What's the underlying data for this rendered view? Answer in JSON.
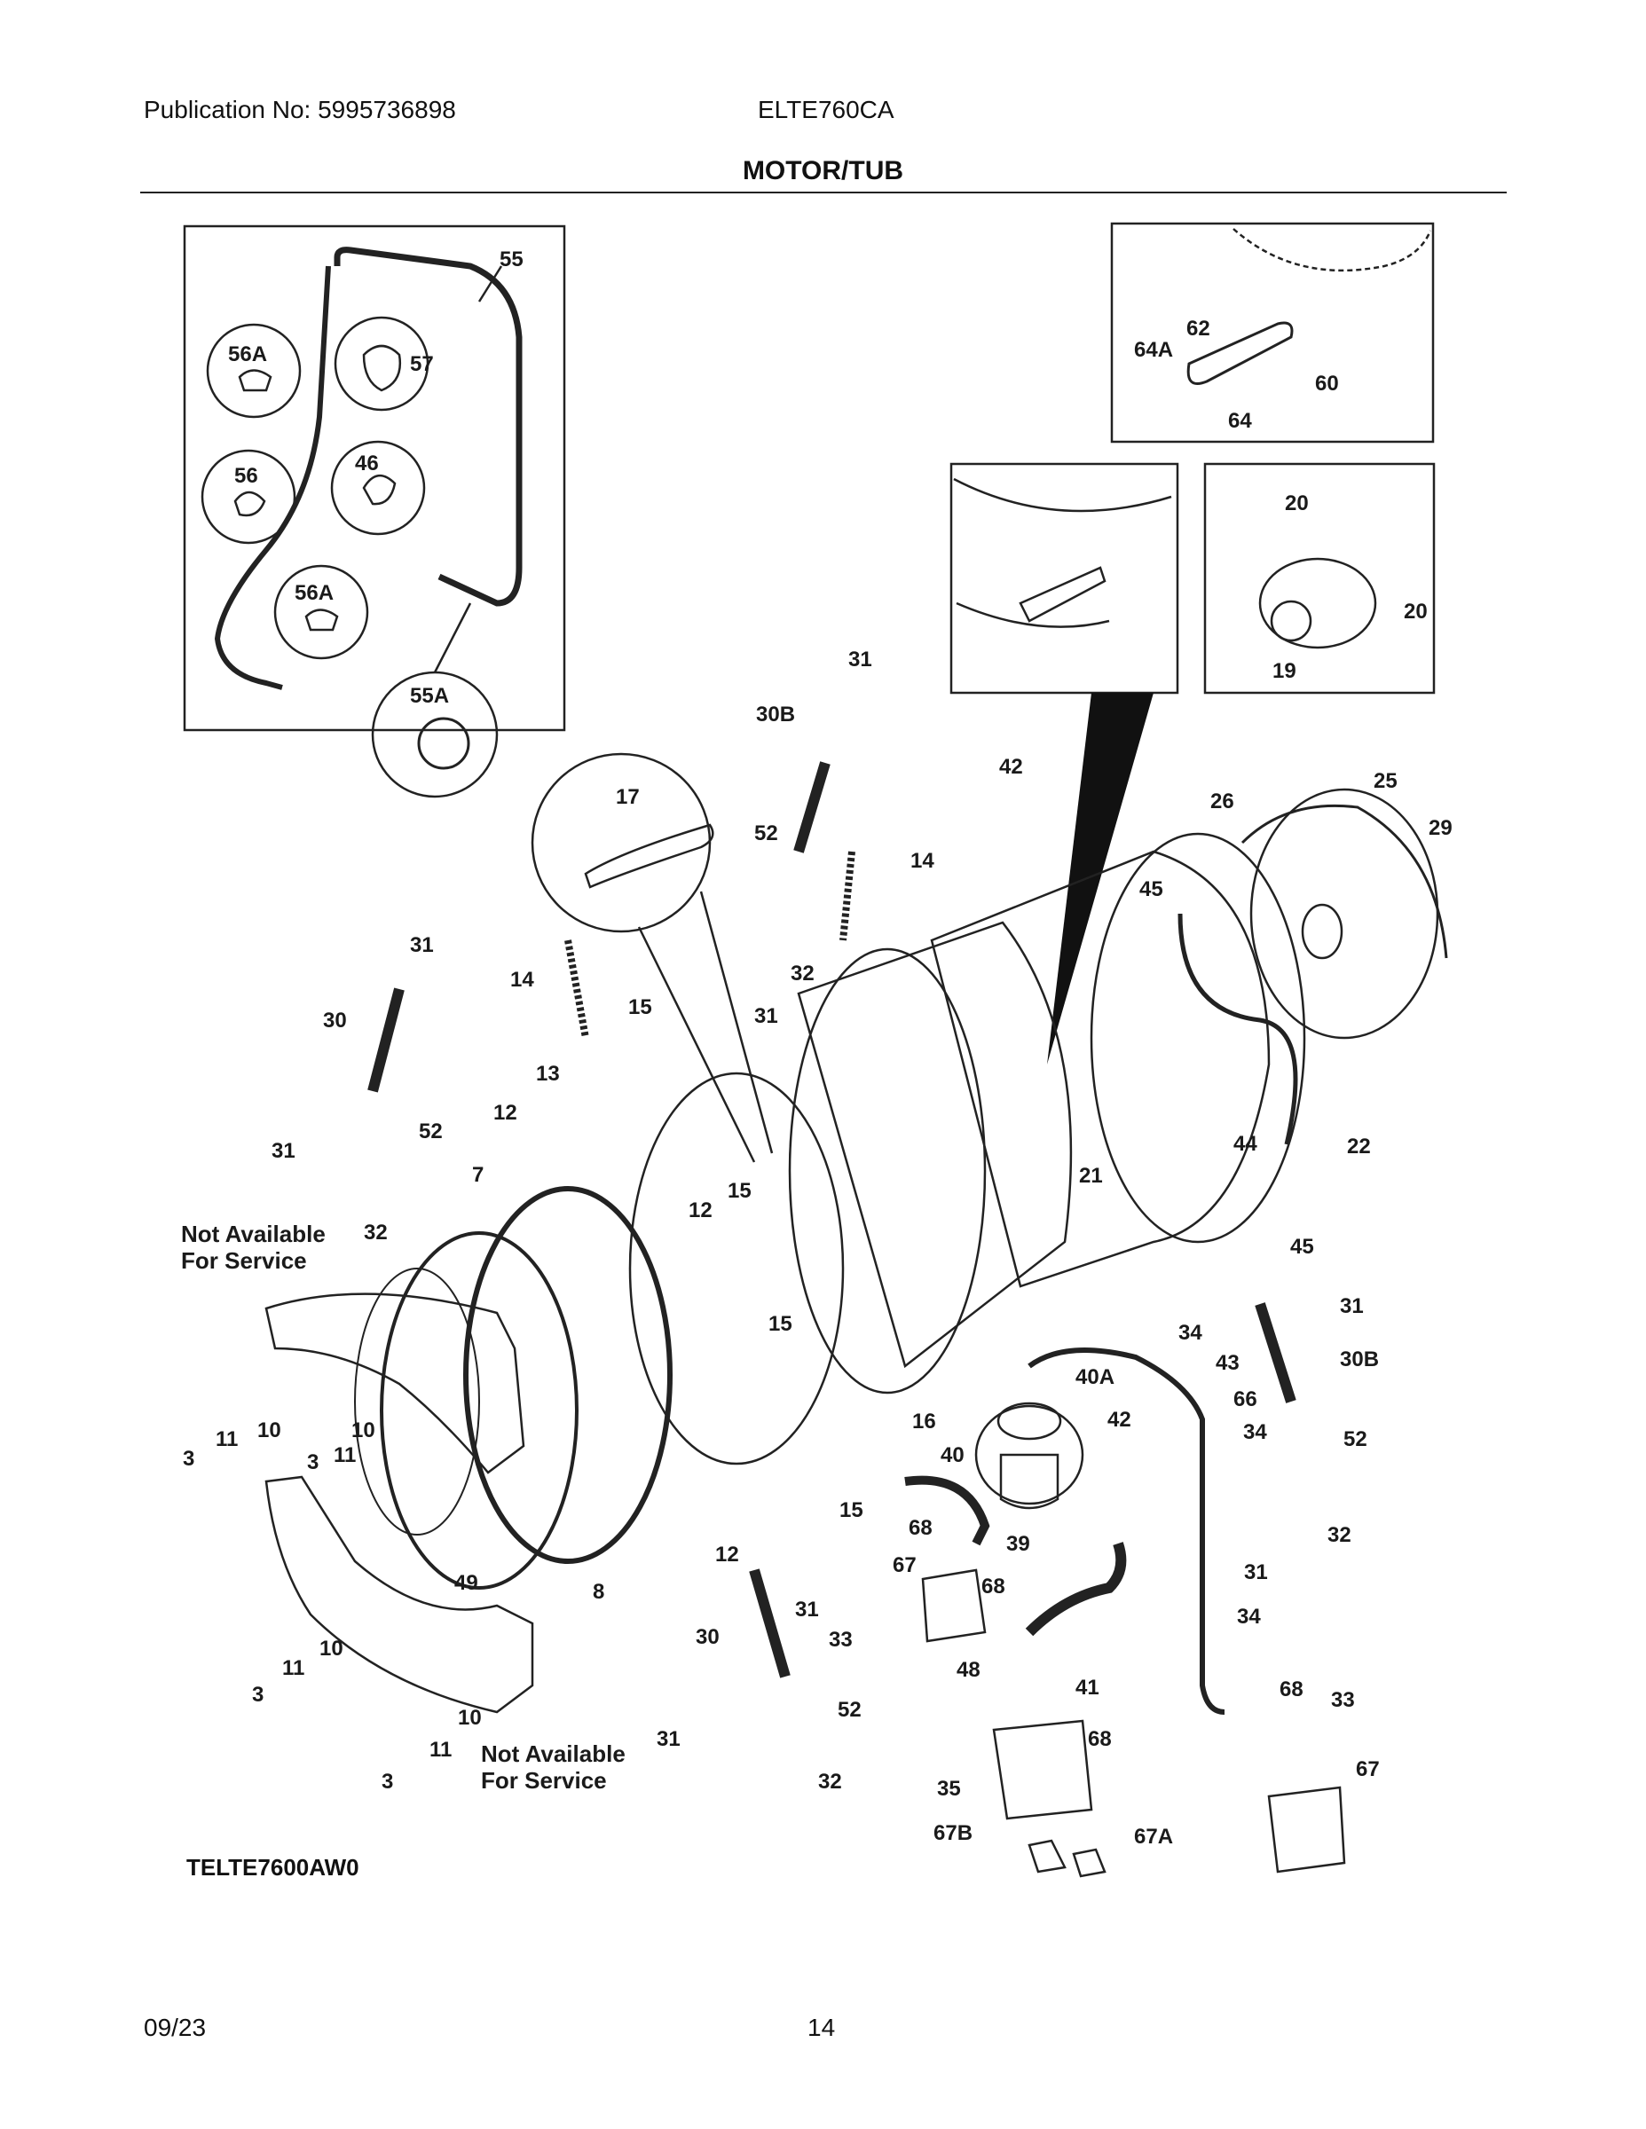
{
  "header": {
    "publication": "Publication No: 5995736898",
    "model": "ELTE760CA",
    "title": "MOTOR/TUB"
  },
  "footer": {
    "date": "09/23",
    "page": "14",
    "reference": "TELTE7600AW0"
  },
  "callouts": {
    "c55": "55",
    "c55A": "55A",
    "c56A_1": "56A",
    "c56A_2": "56A",
    "c56": "56",
    "c57": "57",
    "c46": "46",
    "c62": "62",
    "c64A": "64A",
    "c60": "60",
    "c64": "64",
    "c20a": "20",
    "c20b": "20",
    "c19": "19",
    "c31a": "31",
    "c30B_top": "30B",
    "c42a": "42",
    "c25": "25",
    "c26": "26",
    "c29": "29",
    "c52a": "52",
    "c14a": "14",
    "c45a": "45",
    "c17": "17",
    "c32a": "32",
    "c31b": "31",
    "c31c": "31",
    "c14b": "14",
    "c30": "30",
    "c15a": "15",
    "c13": "13",
    "c52b": "52",
    "c12a": "12",
    "c31d": "31",
    "c7": "7",
    "c12b": "12",
    "c15b": "15",
    "c21": "21",
    "c44": "44",
    "c22": "22",
    "c32b": "32",
    "c45b": "45",
    "c31e": "31",
    "c15c": "15",
    "c34a": "34",
    "c43": "43",
    "c30B_bot": "30B",
    "c3a": "3",
    "c11a": "11",
    "c10a": "10",
    "c10b": "10",
    "c3b": "3",
    "c11b": "11",
    "c16": "16",
    "c40A": "40A",
    "c42b": "42",
    "c66": "66",
    "c34b": "34",
    "c52c": "52",
    "c40": "40",
    "c15d": "15",
    "c68a": "68",
    "c39": "39",
    "c32c": "32",
    "c31f": "31",
    "c12c": "12",
    "c49": "49",
    "c8": "8",
    "c67a": "67",
    "c68b": "68",
    "c31g": "31",
    "c30b": "30",
    "c33a": "33",
    "c34c": "34",
    "c10c": "10",
    "c11c": "11",
    "c3c": "3",
    "c48": "48",
    "c41": "41",
    "c68c": "68",
    "c33b": "33",
    "c10d": "10",
    "c52d": "52",
    "c31h": "31",
    "c32d": "32",
    "c11d": "11",
    "c3d": "3",
    "c68d": "68",
    "c67b": "67",
    "c35": "35",
    "c67B": "67B",
    "c67A": "67A"
  },
  "notes": {
    "nafs_top_1": "Not Available",
    "nafs_top_2": "For Service",
    "nafs_bot_1": "Not Available",
    "nafs_bot_2": "For Service"
  }
}
